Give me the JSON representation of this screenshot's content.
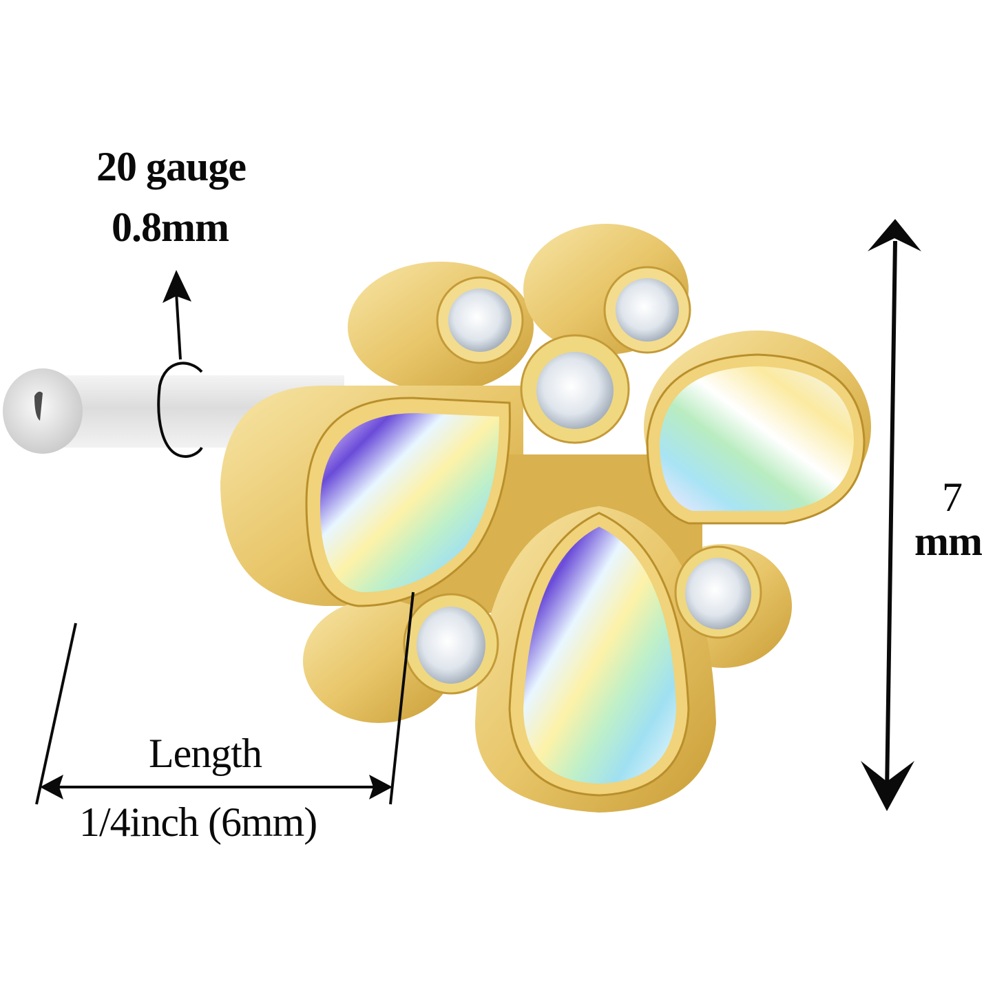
{
  "product": {
    "name": "Gold-tone nose stud with aurora borealis teardrop and clear round gems",
    "colors": {
      "gold": "#e8c66a",
      "gold_light": "#f6e3a3",
      "gold_dark": "#b98f2c",
      "post_silver": "#e6e6e6",
      "gem_clear": "#eef2f6",
      "ink": "#0a0a0a"
    }
  },
  "annotations": {
    "gauge": {
      "line1": "20 gauge",
      "line2": "0.8mm",
      "icon": "arrow-up-icon"
    },
    "length": {
      "title": "Length",
      "value": "1/4inch (6mm)",
      "icon": "double-arrow-horizontal-icon"
    },
    "height": {
      "value": "7",
      "unit": "mm",
      "icon": "double-arrow-vertical-icon"
    }
  }
}
